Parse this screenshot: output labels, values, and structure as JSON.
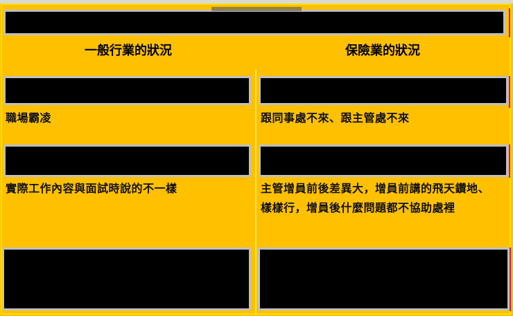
{
  "colors": {
    "background": "#FFC000",
    "redaction": "#000000",
    "redaction_border": "#C0C0C0",
    "text": "#111111"
  },
  "table": {
    "title": "",
    "columns": [
      {
        "header": "一般行業的狀況"
      },
      {
        "header": "保險業的狀況"
      }
    ],
    "rows": [
      {
        "general": "職場霸凌",
        "insurance": "跟同事處不來、跟主管處不來"
      },
      {
        "general": "實際工作內容與面試時說的不一樣",
        "insurance": "主管增員前後差異大，增員前講的飛天鑽地、樣樣行，增員後什麼問題都不協助處裡"
      },
      {
        "general": "",
        "insurance": ""
      }
    ]
  }
}
